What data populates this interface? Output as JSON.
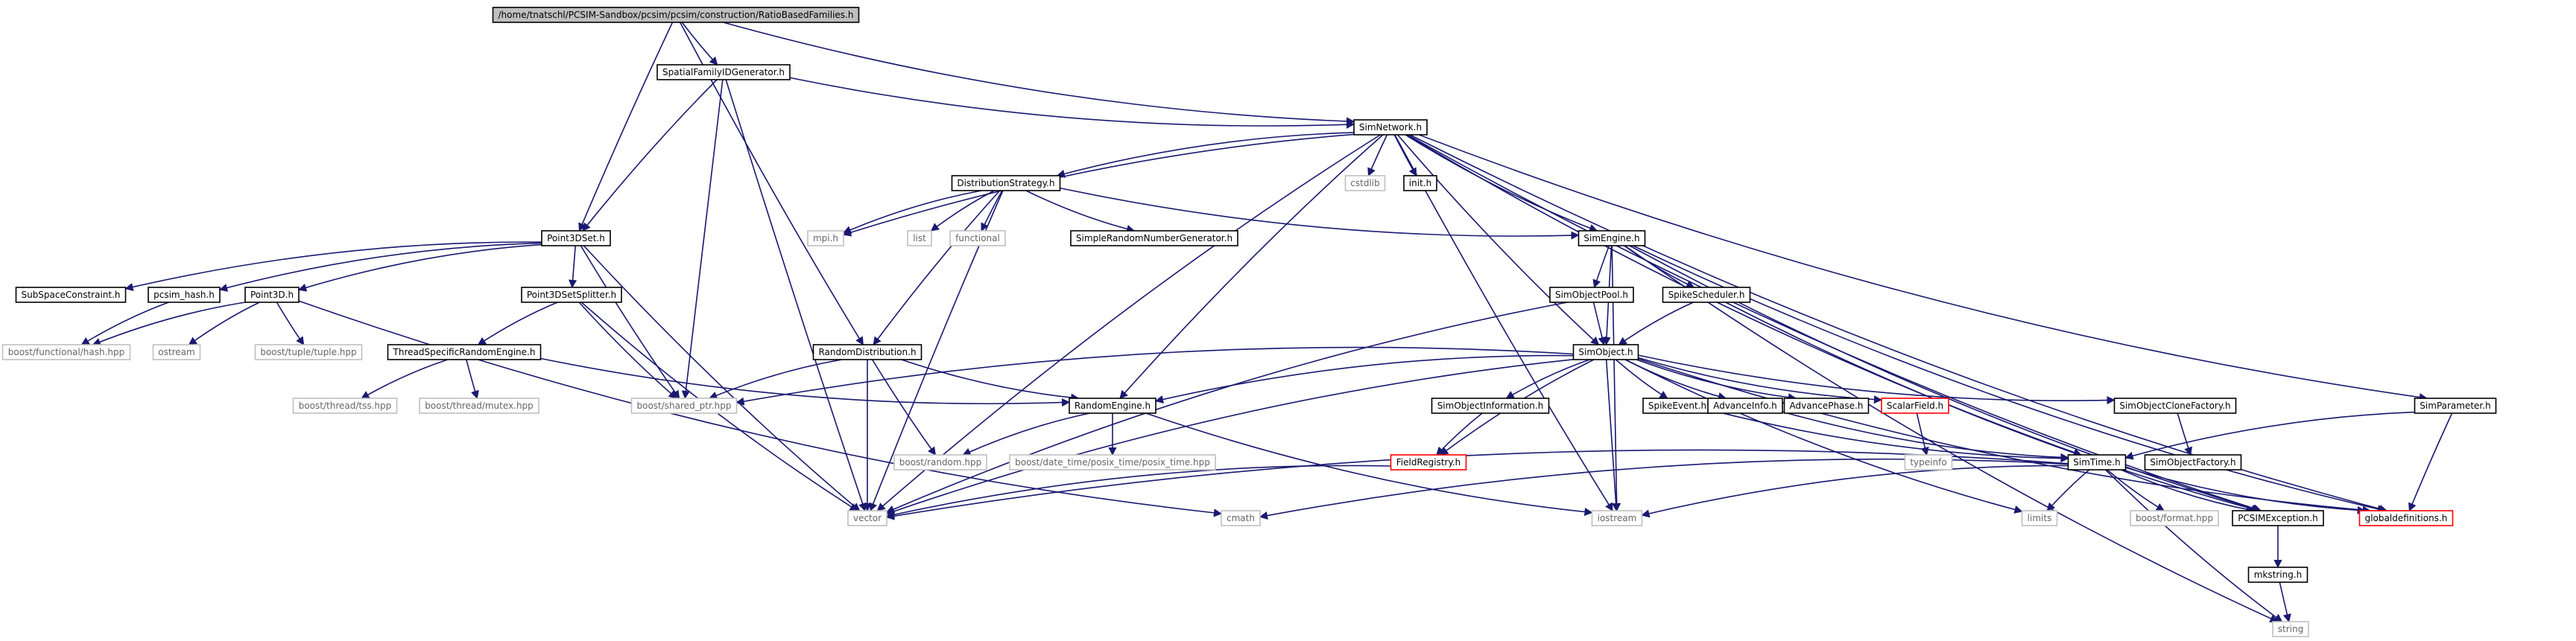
{
  "colors": {
    "edge": "#191970",
    "root_fill": "#bfbfbf",
    "node_border": "#000000",
    "ext_border": "#bfbfbf",
    "ext_text": "#666666",
    "partial_border": "#ff0000"
  },
  "nodes": [
    {
      "id": "root",
      "label": "/home/tnatschl/PCSIM-Sandbox/pcsim/pcsim/construction/RatioBasedFamilies.h",
      "kind": "root"
    },
    {
      "id": "spatial",
      "label": "SpatialFamilyIDGenerator.h",
      "kind": "normal"
    },
    {
      "id": "simnetwork",
      "label": "SimNetwork.h",
      "kind": "normal"
    },
    {
      "id": "point3dset",
      "label": "Point3DSet.h",
      "kind": "normal"
    },
    {
      "id": "distribution",
      "label": "DistributionStrategy.h",
      "kind": "normal"
    },
    {
      "id": "mpi",
      "label": "mpi.h",
      "kind": "external"
    },
    {
      "id": "list",
      "label": "list",
      "kind": "external"
    },
    {
      "id": "functional",
      "label": "functional",
      "kind": "external"
    },
    {
      "id": "simplerng",
      "label": "SimpleRandomNumberGenerator.h",
      "kind": "normal"
    },
    {
      "id": "cstdlib",
      "label": "cstdlib",
      "kind": "external"
    },
    {
      "id": "inith",
      "label": "init.h",
      "kind": "normal"
    },
    {
      "id": "subspace",
      "label": "SubSpaceConstraint.h",
      "kind": "normal"
    },
    {
      "id": "pcsimhash",
      "label": "pcsim_hash.h",
      "kind": "normal"
    },
    {
      "id": "point3d",
      "label": "Point3D.h",
      "kind": "normal"
    },
    {
      "id": "splitter",
      "label": "Point3DSetSplitter.h",
      "kind": "normal"
    },
    {
      "id": "simengine",
      "label": "SimEngine.h",
      "kind": "normal"
    },
    {
      "id": "boosthash",
      "label": "boost/functional/hash.hpp",
      "kind": "external"
    },
    {
      "id": "ostream",
      "label": "ostream",
      "kind": "external"
    },
    {
      "id": "tuple",
      "label": "boost/tuple/tuple.hpp",
      "kind": "external"
    },
    {
      "id": "tsre",
      "label": "ThreadSpecificRandomEngine.h",
      "kind": "normal"
    },
    {
      "id": "randdist",
      "label": "RandomDistribution.h",
      "kind": "normal"
    },
    {
      "id": "simobjpool",
      "label": "SimObjectPool.h",
      "kind": "normal"
    },
    {
      "id": "spikesched",
      "label": "SpikeScheduler.h",
      "kind": "normal"
    },
    {
      "id": "simobject",
      "label": "SimObject.h",
      "kind": "normal"
    },
    {
      "id": "tss",
      "label": "boost/thread/tss.hpp",
      "kind": "external"
    },
    {
      "id": "mutex",
      "label": "boost/thread/mutex.hpp",
      "kind": "external"
    },
    {
      "id": "sharedptr",
      "label": "boost/shared_ptr.hpp",
      "kind": "external"
    },
    {
      "id": "randengine",
      "label": "RandomEngine.h",
      "kind": "normal"
    },
    {
      "id": "simobjinfo",
      "label": "SimObjectInformation.h",
      "kind": "normal"
    },
    {
      "id": "spikeevent",
      "label": "SpikeEvent.h",
      "kind": "normal"
    },
    {
      "id": "advinfo",
      "label": "AdvanceInfo.h",
      "kind": "normal"
    },
    {
      "id": "advphase",
      "label": "AdvancePhase.h",
      "kind": "normal"
    },
    {
      "id": "scalarfield",
      "label": "ScalarField.h",
      "kind": "partial"
    },
    {
      "id": "clonefactory",
      "label": "SimObjectCloneFactory.h",
      "kind": "normal"
    },
    {
      "id": "simparam",
      "label": "SimParameter.h",
      "kind": "normal"
    },
    {
      "id": "boostrandom",
      "label": "boost/random.hpp",
      "kind": "external"
    },
    {
      "id": "posix",
      "label": "boost/date_time/posix_time/posix_time.hpp",
      "kind": "external"
    },
    {
      "id": "fieldreg",
      "label": "FieldRegistry.h",
      "kind": "partial"
    },
    {
      "id": "typeinfo",
      "label": "typeinfo",
      "kind": "external"
    },
    {
      "id": "simobjfactory",
      "label": "SimObjectFactory.h",
      "kind": "normal"
    },
    {
      "id": "simtime",
      "label": "SimTime.h",
      "kind": "normal"
    },
    {
      "id": "vector",
      "label": "vector",
      "kind": "external"
    },
    {
      "id": "cmath",
      "label": "cmath",
      "kind": "external"
    },
    {
      "id": "iostream",
      "label": "iostream",
      "kind": "external"
    },
    {
      "id": "limits",
      "label": "limits",
      "kind": "external"
    },
    {
      "id": "boostformat",
      "label": "boost/format.hpp",
      "kind": "external"
    },
    {
      "id": "pcsimexc",
      "label": "PCSIMException.h",
      "kind": "normal"
    },
    {
      "id": "globaldef",
      "label": "globaldefinitions.h",
      "kind": "partial"
    },
    {
      "id": "mkstring",
      "label": "mkstring.h",
      "kind": "normal"
    },
    {
      "id": "string",
      "label": "string",
      "kind": "external"
    }
  ],
  "edges": [
    [
      "root",
      "spatial"
    ],
    [
      "root",
      "simnetwork"
    ],
    [
      "root",
      "point3dset"
    ],
    [
      "root",
      "randdist"
    ],
    [
      "spatial",
      "simnetwork"
    ],
    [
      "spatial",
      "point3dset"
    ],
    [
      "spatial",
      "sharedptr"
    ],
    [
      "spatial",
      "vector"
    ],
    [
      "simnetwork",
      "distribution"
    ],
    [
      "simnetwork",
      "mpi"
    ],
    [
      "simnetwork",
      "cstdlib"
    ],
    [
      "simnetwork",
      "inith"
    ],
    [
      "simnetwork",
      "simengine"
    ],
    [
      "simnetwork",
      "simobject"
    ],
    [
      "simnetwork",
      "randengine"
    ],
    [
      "simnetwork",
      "vector"
    ],
    [
      "simnetwork",
      "simparam"
    ],
    [
      "simnetwork",
      "simtime"
    ],
    [
      "simnetwork",
      "iostream"
    ],
    [
      "simnetwork",
      "pcsimexc"
    ],
    [
      "simnetwork",
      "globaldef"
    ],
    [
      "distribution",
      "mpi"
    ],
    [
      "distribution",
      "list"
    ],
    [
      "distribution",
      "functional"
    ],
    [
      "distribution",
      "simplerng"
    ],
    [
      "distribution",
      "simengine"
    ],
    [
      "distribution",
      "randdist"
    ],
    [
      "distribution",
      "vector"
    ],
    [
      "point3dset",
      "subspace"
    ],
    [
      "point3dset",
      "pcsimhash"
    ],
    [
      "point3dset",
      "point3d"
    ],
    [
      "point3dset",
      "splitter"
    ],
    [
      "point3dset",
      "sharedptr"
    ],
    [
      "point3dset",
      "vector"
    ],
    [
      "pcsimhash",
      "boosthash"
    ],
    [
      "point3d",
      "boosthash"
    ],
    [
      "point3d",
      "ostream"
    ],
    [
      "point3d",
      "tuple"
    ],
    [
      "point3d",
      "cmath"
    ],
    [
      "splitter",
      "tsre"
    ],
    [
      "splitter",
      "sharedptr"
    ],
    [
      "splitter",
      "vector"
    ],
    [
      "tsre",
      "tss"
    ],
    [
      "tsre",
      "mutex"
    ],
    [
      "tsre",
      "randengine"
    ],
    [
      "randdist",
      "randengine"
    ],
    [
      "randdist",
      "sharedptr"
    ],
    [
      "randdist",
      "boostrandom"
    ],
    [
      "randdist",
      "vector"
    ],
    [
      "simengine",
      "simobjpool"
    ],
    [
      "simengine",
      "spikesched"
    ],
    [
      "simengine",
      "simobject"
    ],
    [
      "simengine",
      "iostream"
    ],
    [
      "simengine",
      "globaldef"
    ],
    [
      "simengine",
      "pcsimexc"
    ],
    [
      "simengine",
      "string"
    ],
    [
      "simobjpool",
      "simobject"
    ],
    [
      "simobjpool",
      "vector"
    ],
    [
      "spikesched",
      "simobject"
    ],
    [
      "spikesched",
      "pcsimexc"
    ],
    [
      "simobject",
      "sharedptr"
    ],
    [
      "simobject",
      "randengine"
    ],
    [
      "simobject",
      "simobjinfo"
    ],
    [
      "simobject",
      "fieldreg"
    ],
    [
      "simobject",
      "spikeevent"
    ],
    [
      "simobject",
      "advinfo"
    ],
    [
      "simobject",
      "advphase"
    ],
    [
      "simobject",
      "scalarfield"
    ],
    [
      "simobject",
      "clonefactory"
    ],
    [
      "simobject",
      "iostream"
    ],
    [
      "simobject",
      "vector"
    ],
    [
      "simobject",
      "limits"
    ],
    [
      "simobject",
      "globaldef"
    ],
    [
      "randengine",
      "boostrandom"
    ],
    [
      "randengine",
      "posix"
    ],
    [
      "randengine",
      "iostream"
    ],
    [
      "simobjinfo",
      "fieldreg"
    ],
    [
      "fieldreg",
      "vector"
    ],
    [
      "spikeevent",
      "simtime"
    ],
    [
      "advinfo",
      "simtime"
    ],
    [
      "scalarfield",
      "typeinfo"
    ],
    [
      "clonefactory",
      "simobjfactory"
    ],
    [
      "simparam",
      "simtime"
    ],
    [
      "simparam",
      "globaldef"
    ],
    [
      "simtime",
      "vector"
    ],
    [
      "simtime",
      "cmath"
    ],
    [
      "simtime",
      "iostream"
    ],
    [
      "simtime",
      "limits"
    ],
    [
      "simtime",
      "boostformat"
    ],
    [
      "simtime",
      "pcsimexc"
    ],
    [
      "simtime",
      "globaldef"
    ],
    [
      "simtime",
      "string"
    ],
    [
      "pcsimexc",
      "mkstring"
    ],
    [
      "mkstring",
      "string"
    ]
  ]
}
